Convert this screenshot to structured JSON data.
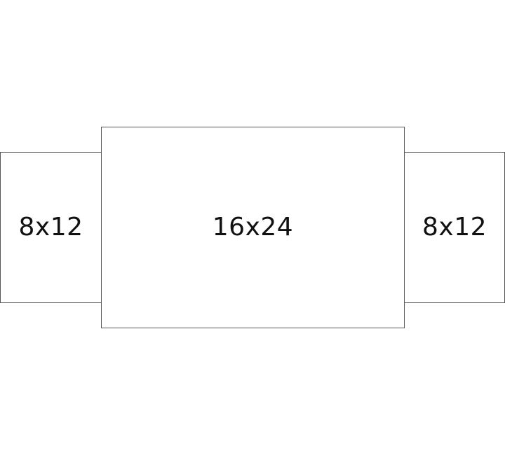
{
  "frames": [
    {
      "label": "8x12"
    },
    {
      "label": "16x24"
    },
    {
      "label": "8x12"
    }
  ]
}
